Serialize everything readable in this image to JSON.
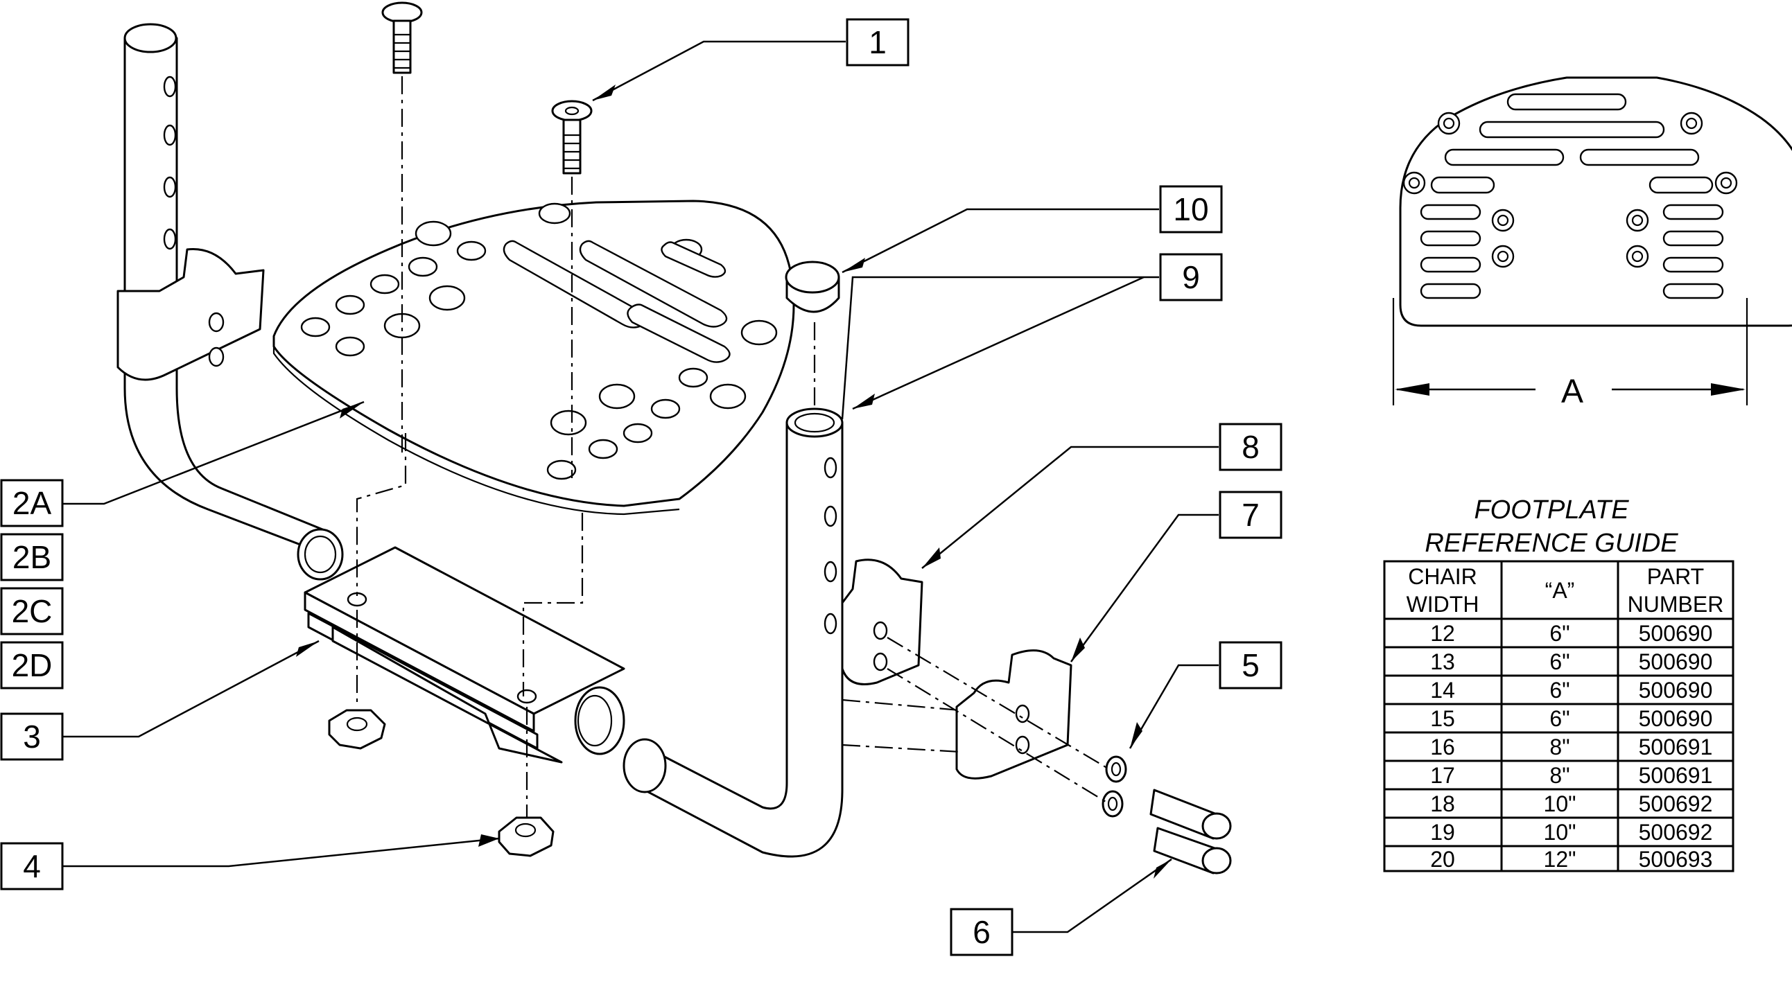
{
  "callouts": [
    {
      "label": "1"
    },
    {
      "label": "2A"
    },
    {
      "label": "2B"
    },
    {
      "label": "2C"
    },
    {
      "label": "2D"
    },
    {
      "label": "3"
    },
    {
      "label": "4"
    },
    {
      "label": "5"
    },
    {
      "label": "6"
    },
    {
      "label": "7"
    },
    {
      "label": "8"
    },
    {
      "label": "9"
    },
    {
      "label": "10"
    }
  ],
  "reference": {
    "title_line1": "FOOTPLATE",
    "title_line2": "REFERENCE GUIDE",
    "headers": [
      [
        "CHAIR",
        "WIDTH"
      ],
      [
        "“A”"
      ],
      [
        "PART",
        "NUMBER"
      ]
    ],
    "rows": [
      [
        "12",
        "6\"",
        "500690"
      ],
      [
        "13",
        "6\"",
        "500690"
      ],
      [
        "14",
        "6\"",
        "500690"
      ],
      [
        "15",
        "6\"",
        "500690"
      ],
      [
        "16",
        "8\"",
        "500691"
      ],
      [
        "17",
        "8\"",
        "500691"
      ],
      [
        "18",
        "10\"",
        "500692"
      ],
      [
        "19",
        "10\"",
        "500692"
      ],
      [
        "20",
        "12\"",
        "500693"
      ]
    ]
  },
  "dimension": {
    "label": "A"
  }
}
